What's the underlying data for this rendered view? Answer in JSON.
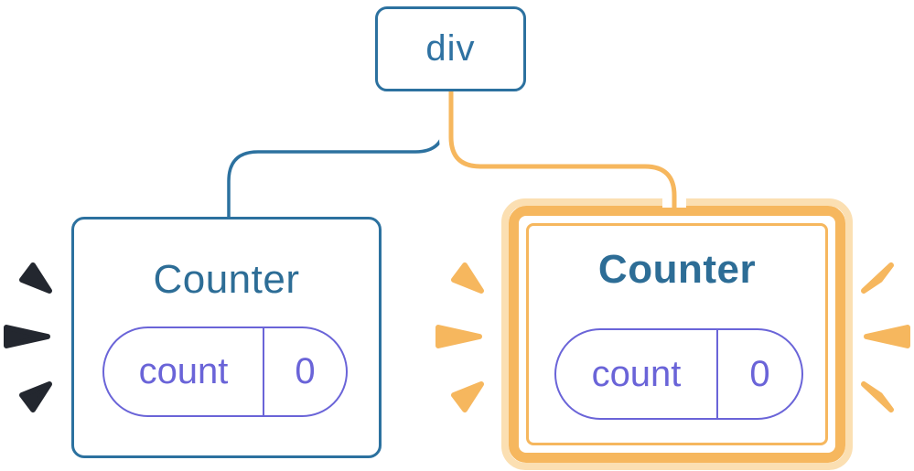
{
  "diagram": {
    "root": {
      "label": "div"
    },
    "children": [
      {
        "label": "Counter",
        "state": {
          "key": "count",
          "value": "0"
        },
        "highlighted": false
      },
      {
        "label": "Counter",
        "state": {
          "key": "count",
          "value": "0"
        },
        "highlighted": true
      }
    ]
  },
  "colors": {
    "line_blue": "#2C719F",
    "title_blue": "#2D6D96",
    "node_text_blue": "#2F72A2",
    "purple": "#6A64D8",
    "orange": "#F6B75E",
    "pale_orange": "#FBDFB2",
    "navy": "#23272F"
  }
}
